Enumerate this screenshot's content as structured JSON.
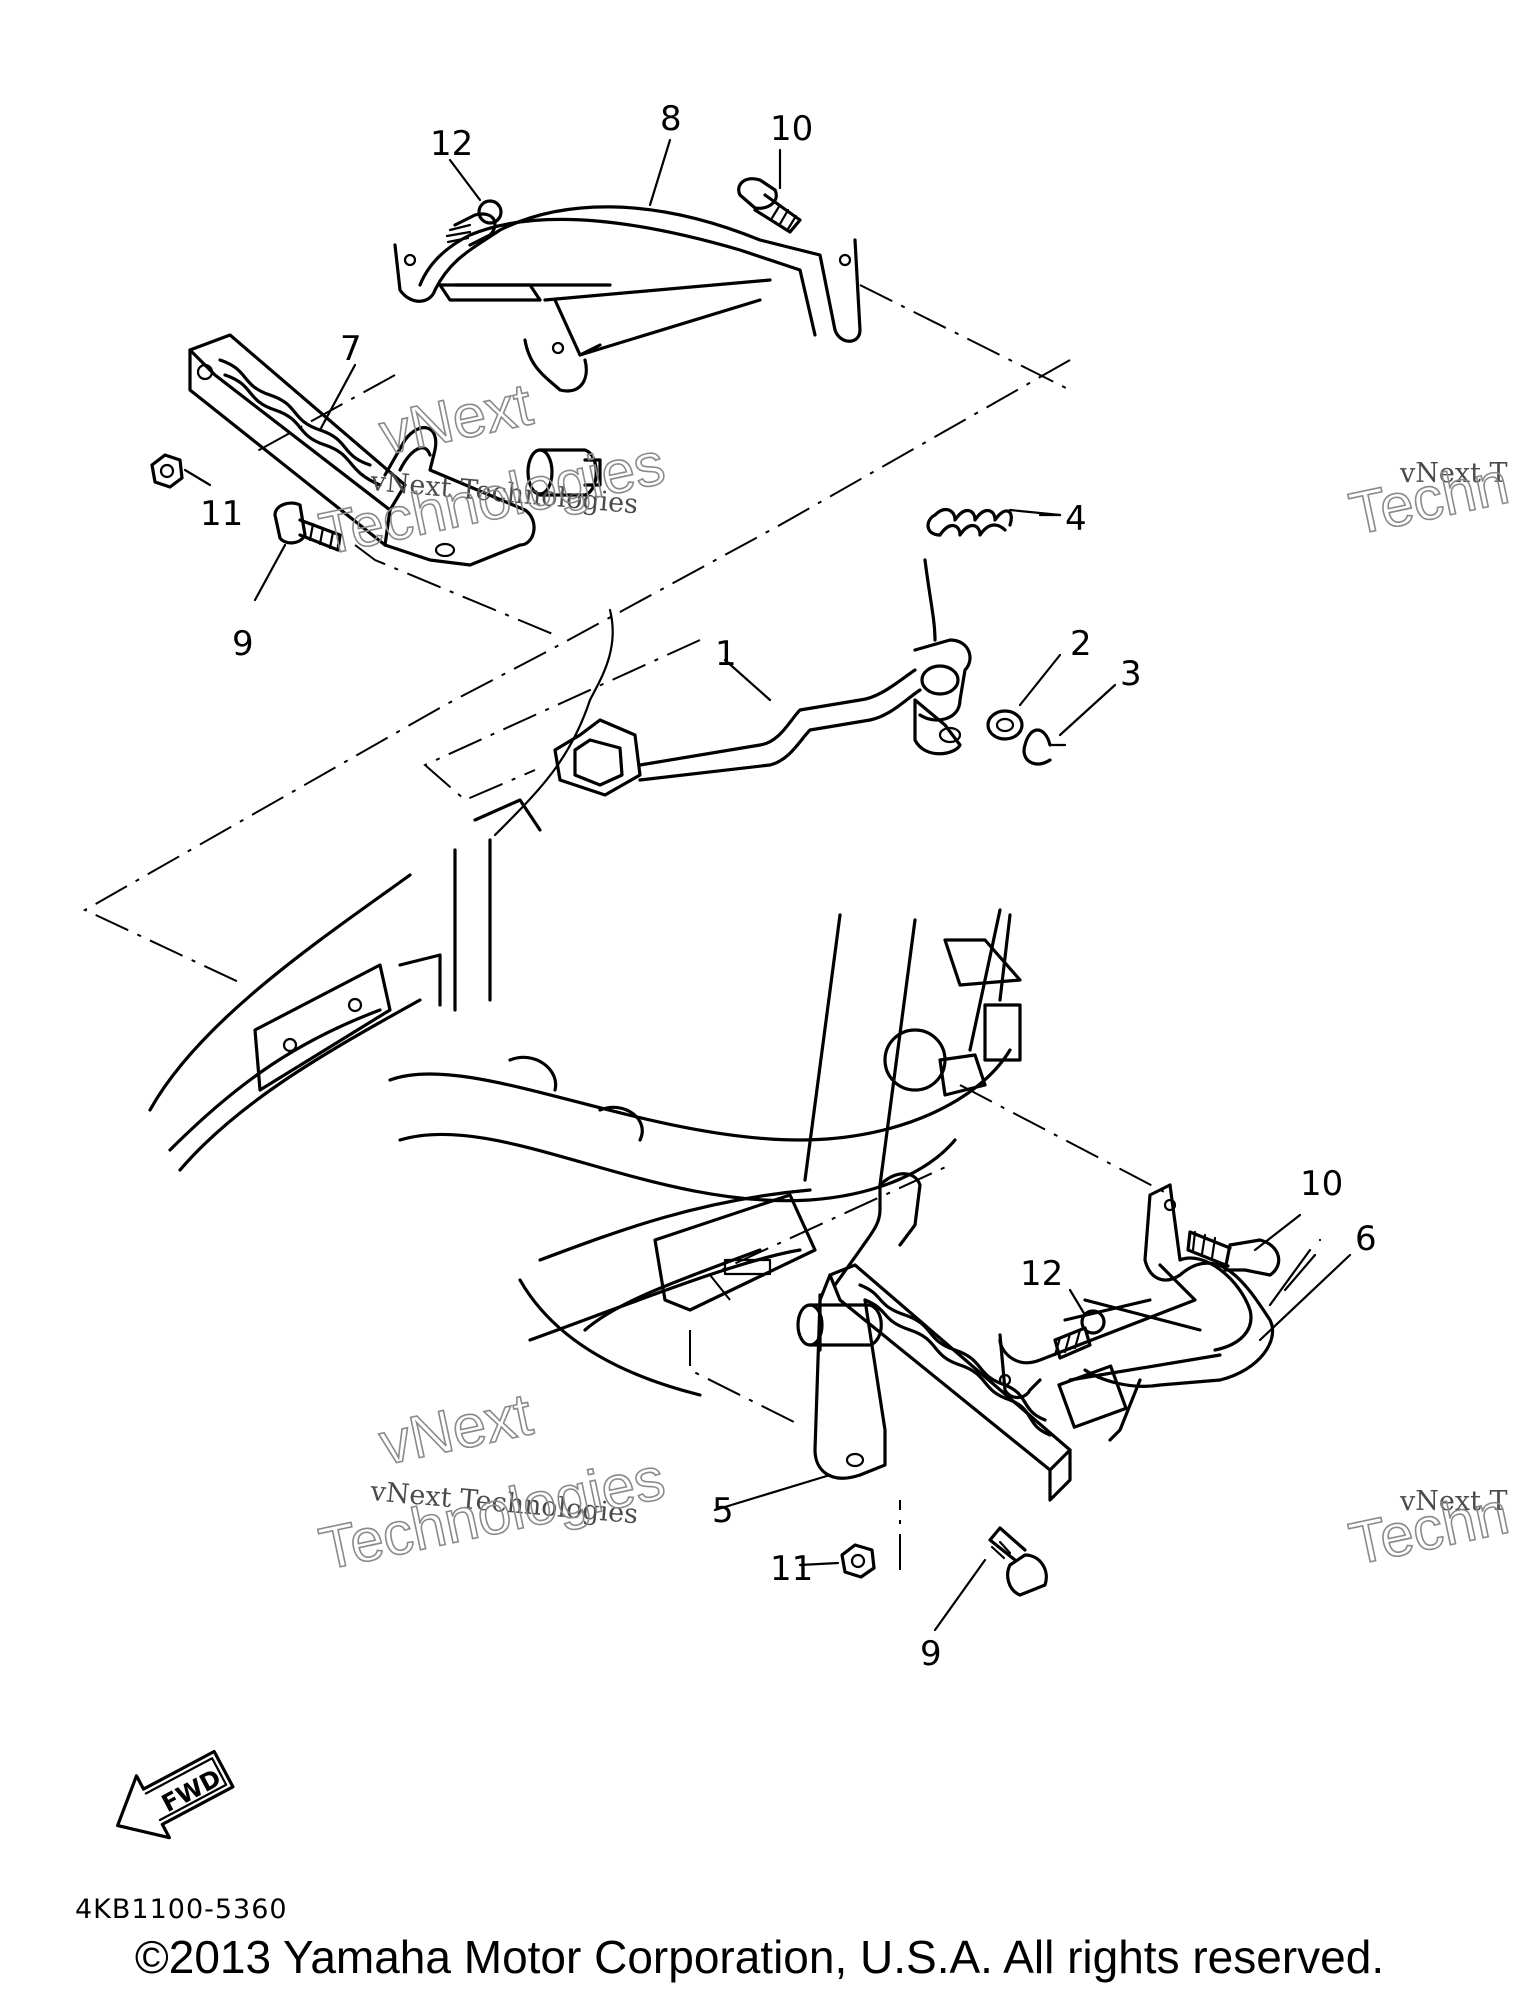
{
  "diagram": {
    "callouts": {
      "c1": "1",
      "c2": "2",
      "c3": "3",
      "c4": "4",
      "c5": "5",
      "c6": "6",
      "c7": "7",
      "c8": "8",
      "c9a": "9",
      "c9b": "9",
      "c10a": "10",
      "c10b": "10",
      "c11a": "11",
      "c11b": "11",
      "c12a": "12",
      "c12b": "12"
    },
    "fwd_label": "FWD",
    "part_code": "4KB1100-5360",
    "watermark": {
      "line1": "vNext Technologies",
      "big1": "vNext",
      "big2": "Technologies",
      "edge_small": "vNext T",
      "edge_big": "Techn"
    }
  },
  "footer": {
    "copyright": "©2013 Yamaha Motor Corporation, U.S.A. All rights reserved."
  }
}
